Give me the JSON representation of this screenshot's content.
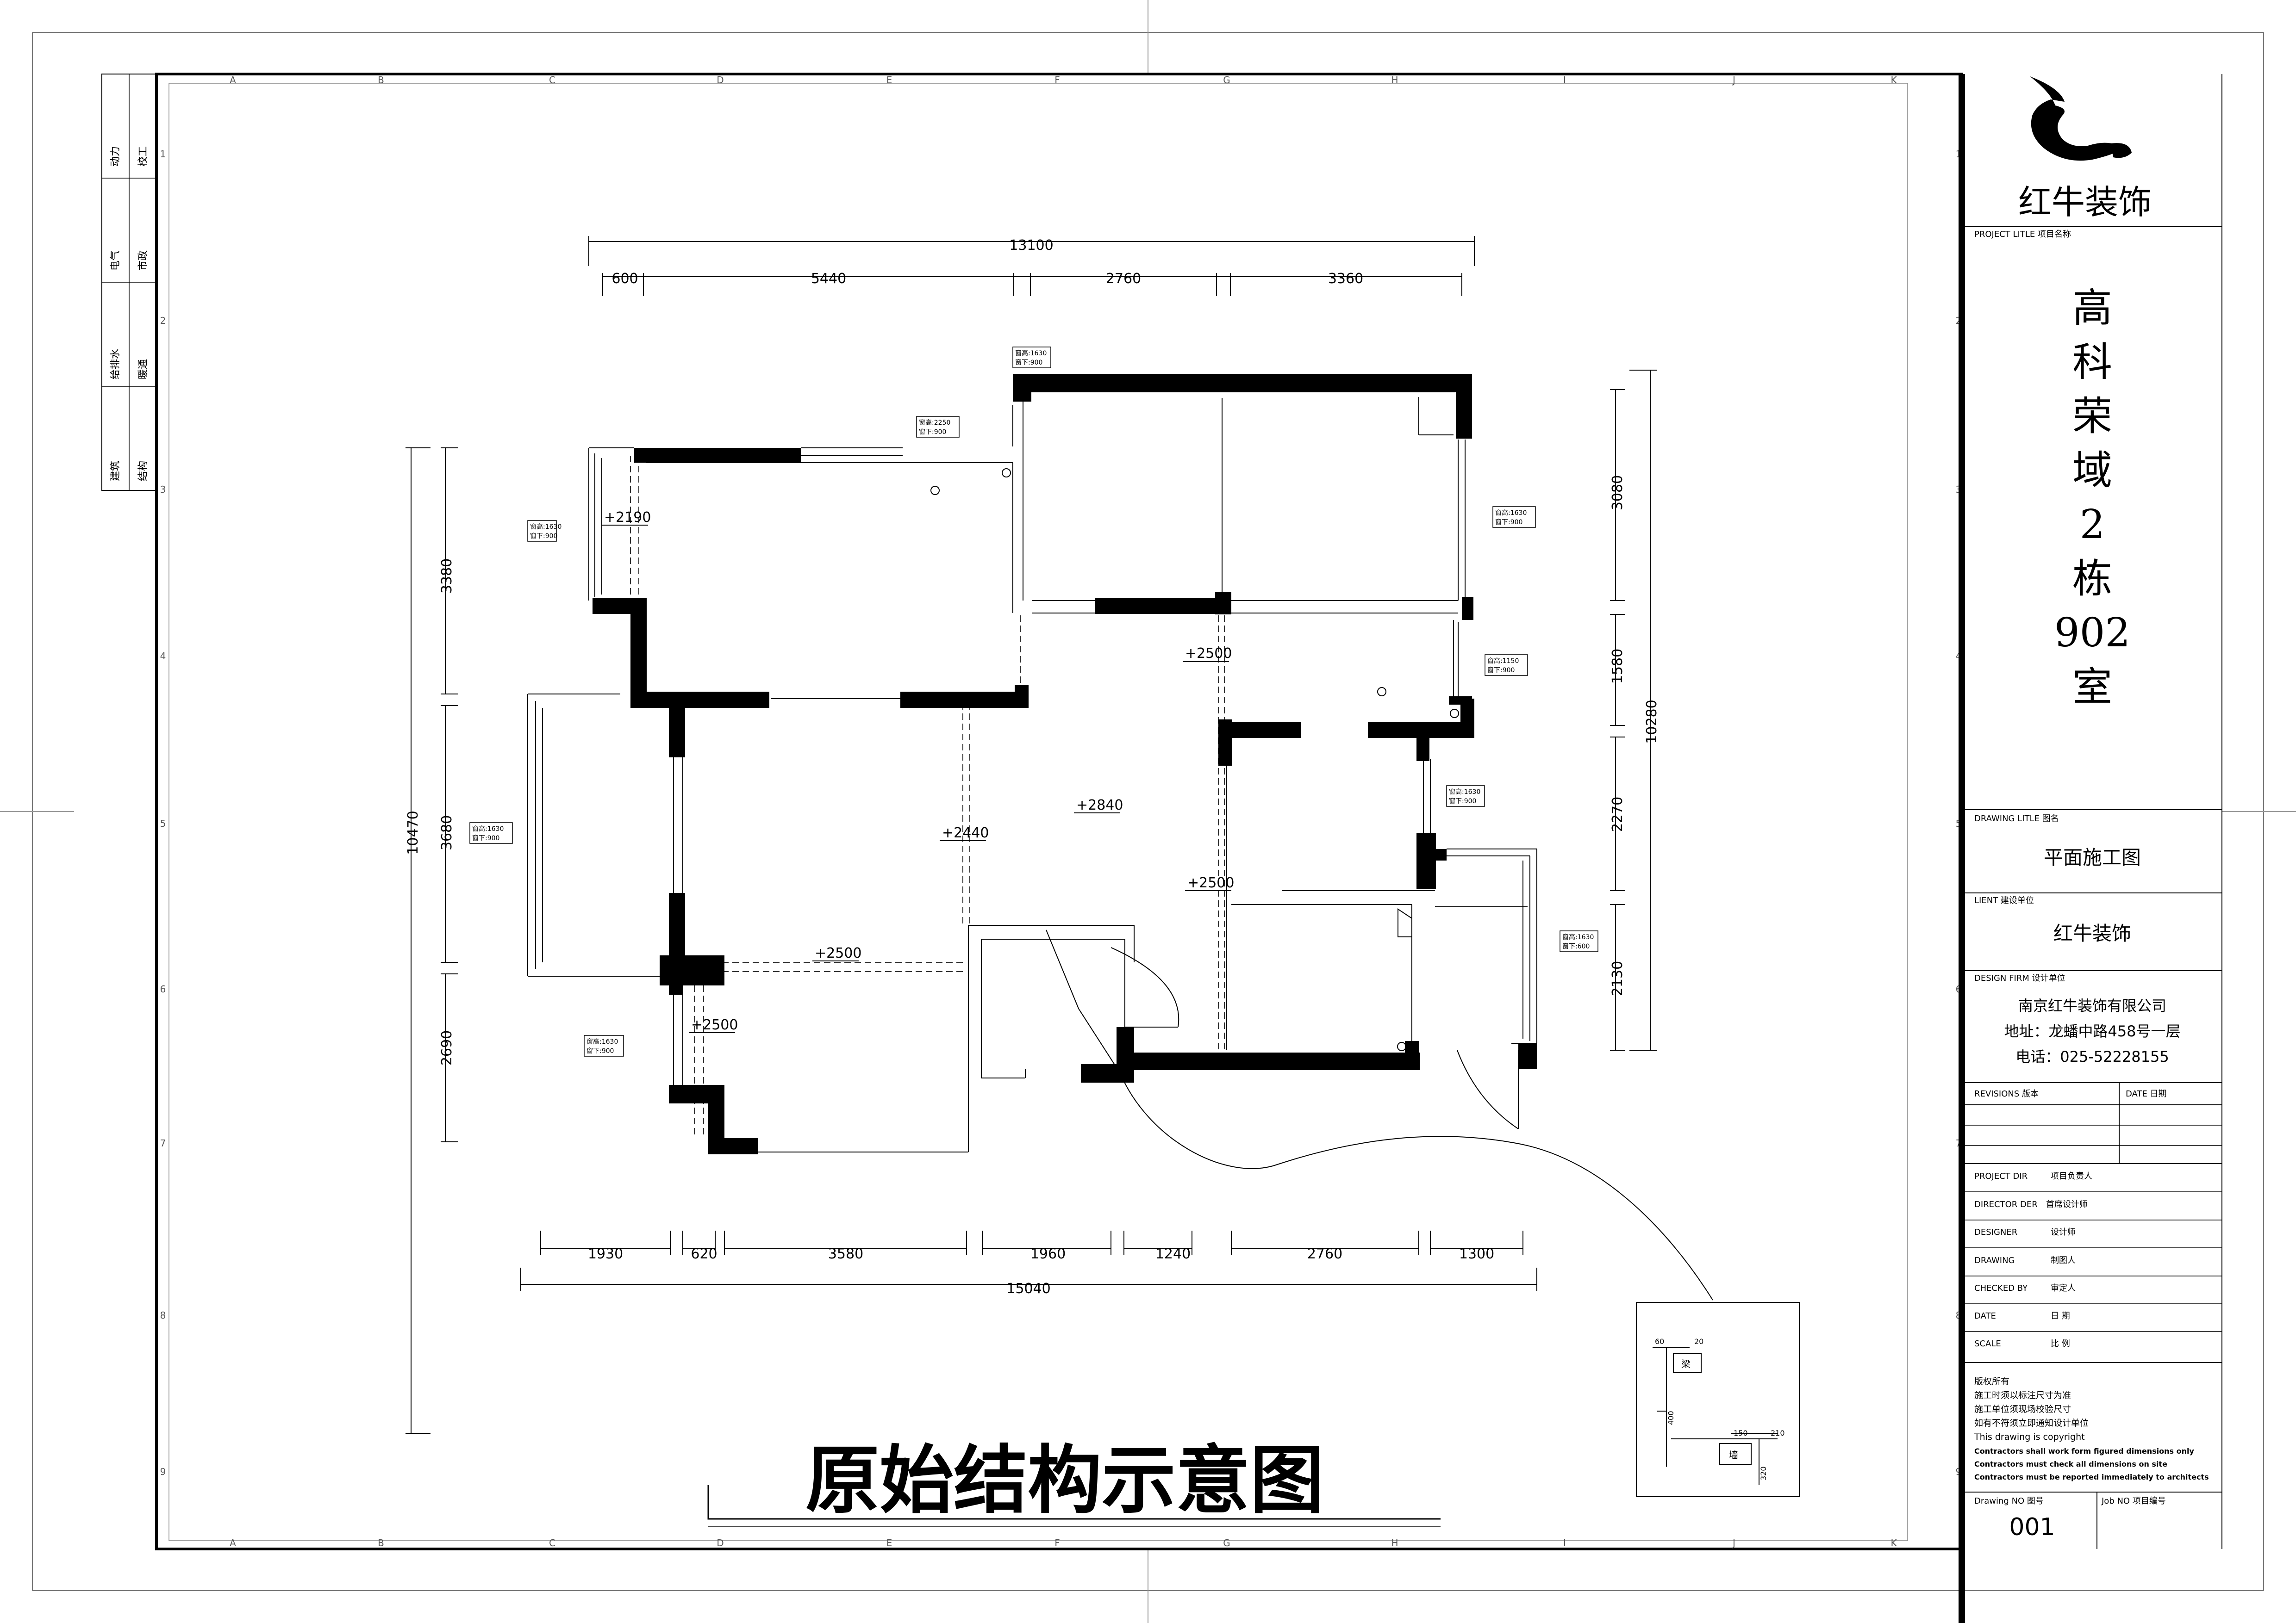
{
  "grid": {
    "col_letters": [
      "A",
      "B",
      "C",
      "D",
      "E",
      "F",
      "G",
      "H",
      "I",
      "J",
      "K"
    ],
    "row_numbers": [
      "1",
      "2",
      "3",
      "4",
      "5",
      "6",
      "7",
      "8",
      "9"
    ]
  },
  "left_strip": {
    "labels": [
      "动力",
      "校工",
      "电气",
      "市政",
      "给排水",
      "暖通",
      "建筑",
      "结构"
    ]
  },
  "dims": {
    "top_total": "13100",
    "top": [
      "600",
      "5440",
      "2760",
      "3360"
    ],
    "bottom": [
      "1930",
      "620",
      "3580",
      "1960",
      "1240",
      "2760",
      "1300"
    ],
    "bottom_total": "15040",
    "left_total": "10470",
    "left": [
      "3380",
      "3680",
      "2690"
    ],
    "right_total": "10280",
    "right": [
      "3080",
      "1580",
      "2270",
      "2130"
    ]
  },
  "heights": [
    "+2190",
    "+2500",
    "+2840",
    "+2440",
    "+2500",
    "+2500",
    "+2500"
  ],
  "window_tags": {
    "tag_w": "窗高:1630",
    "tag_sill": "窗下:900",
    "tag_w1": "窗高:1150",
    "tag_w2": "窗高:2250",
    "tag_sill2": "窗下:600"
  },
  "detail": {
    "tag_top": "梁",
    "tag_bottom": "墙",
    "n1": "60",
    "n2": "20",
    "n3": "400",
    "n4": "150",
    "n5": "210",
    "n6": "320"
  },
  "drawing_title": "原始结构示意图",
  "title_block": {
    "logo_text": "红牛装饰",
    "project_title_label": "PROJECT LITLE  项目名称",
    "project_name_chars": [
      "高",
      "科",
      "荣",
      "域",
      "2",
      "栋",
      "902",
      "室"
    ],
    "drawing_title_label": "DRAWING LITLE  图名",
    "drawing_name": "平面施工图",
    "client_label": "LIENT  建设单位",
    "client_name": "红牛装饰",
    "design_firm_label": "DESIGN FIRM  设计单位",
    "firm_name": "南京红牛装饰有限公司",
    "firm_address": "地址：龙蟠中路458号一层",
    "firm_phone": "电话：025-52228155",
    "revisions_label": "REVISIONS  版本",
    "date_label": "DATE  日期",
    "rows": [
      {
        "en": "PROJECT DIR",
        "cn": "项目负责人"
      },
      {
        "en": "DIRECTOR DER",
        "cn": "首席设计师"
      },
      {
        "en": "DESIGNER",
        "cn": "设计师"
      },
      {
        "en": "DRAWING",
        "cn": "制图人"
      },
      {
        "en": "CHECKED BY",
        "cn": "审定人"
      },
      {
        "en": "DATE",
        "cn": "日  期"
      },
      {
        "en": "SCALE",
        "cn": "比  例"
      }
    ],
    "notes": [
      "版权所有",
      "施工时须以标注尺寸为准",
      "施工单位须现场校验尺寸",
      "如有不符须立即通知设计单位",
      "This drawing is copyright",
      "Contractors shall work form figured dimensions only",
      "Contractors must check all dimensions on site",
      "Contractors must be reported immediately to architects"
    ],
    "drawing_no_label": "Drawing NO  图号",
    "drawing_no": "001",
    "job_no_label": "Job NO  项目编号"
  }
}
